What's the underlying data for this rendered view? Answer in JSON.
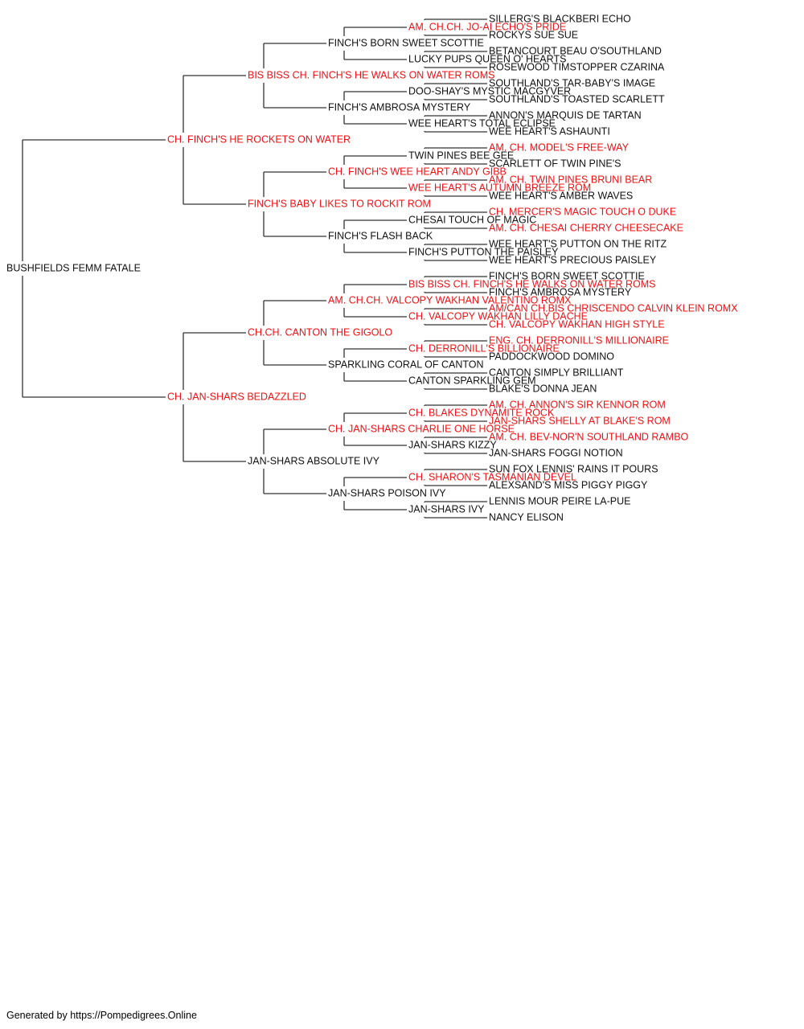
{
  "colors": {
    "titled": "#ee1111",
    "normal": "#111111",
    "line": "#333333"
  },
  "pedigree": {
    "subject": "BUSHFIELDS FEMM FATALE",
    "generations": [
      [
        {
          "name": "CH. FINCH'S HE ROCKETS ON WATER",
          "titled": true
        },
        {
          "name": "CH. JAN-SHARS BEDAZZLED",
          "titled": true
        }
      ],
      [
        {
          "name": "BIS BISS CH. FINCH'S HE WALKS ON WATER ROMS",
          "titled": true
        },
        {
          "name": "FINCH'S BABY LIKES TO ROCKIT ROM",
          "titled": true
        },
        {
          "name": "CH.CH. CANTON THE GIGOLO",
          "titled": true
        },
        {
          "name": "JAN-SHARS ABSOLUTE IVY",
          "titled": false
        }
      ],
      [
        {
          "name": "FINCH'S BORN SWEET SCOTTIE",
          "titled": false
        },
        {
          "name": "FINCH'S AMBROSA MYSTERY",
          "titled": false
        },
        {
          "name": "CH. FINCH'S WEE HEART ANDY GIBB",
          "titled": true
        },
        {
          "name": "FINCH'S FLASH BACK",
          "titled": false
        },
        {
          "name": "AM. CH.CH. VALCOPY WAKHAN VALENTINO ROMX",
          "titled": true
        },
        {
          "name": "SPARKLING CORAL OF CANTON",
          "titled": false
        },
        {
          "name": "CH. JAN-SHARS CHARLIE ONE HORSE",
          "titled": true
        },
        {
          "name": "JAN-SHARS POISON IVY",
          "titled": false
        }
      ],
      [
        {
          "name": "AM. CH.CH. JO-AI ECHO'S PRIDE",
          "titled": true
        },
        {
          "name": "LUCKY PUPS QUEEN O' HEARTS",
          "titled": false
        },
        {
          "name": "DOO-SHAY'S MYSTIC MACGYVER",
          "titled": false
        },
        {
          "name": "WEE HEART'S TOTAL ECLIPSE",
          "titled": false
        },
        {
          "name": "TWIN PINES BEE GEE",
          "titled": false
        },
        {
          "name": "WEE HEART'S AUTUMN BREEZE ROM",
          "titled": true
        },
        {
          "name": "CHESAI TOUCH OF MAGIC",
          "titled": false
        },
        {
          "name": "FINCH'S PUTTON THE PAISLEY",
          "titled": false
        },
        {
          "name": "BIS BISS CH. FINCH'S HE WALKS ON WATER ROMS",
          "titled": true
        },
        {
          "name": "CH. VALCOPY WAKHAN LILLY DACHE",
          "titled": true
        },
        {
          "name": "CH. DERRONILL'S BILLIONAIRE",
          "titled": true
        },
        {
          "name": "CANTON SPARKLING GEM",
          "titled": false
        },
        {
          "name": "CH. BLAKES DYNAMITE ROCK",
          "titled": true
        },
        {
          "name": "JAN-SHARS KIZZY",
          "titled": false
        },
        {
          "name": "CH. SHARON'S TASMANIAN DEVEL",
          "titled": true
        },
        {
          "name": "JAN-SHARS IVY",
          "titled": false
        }
      ],
      [
        {
          "name": "SILLERG'S BLACKBERI ECHO",
          "titled": false
        },
        {
          "name": "ROCKYS SUE SUE",
          "titled": false
        },
        {
          "name": "BETANCOURT BEAU O'SOUTHLAND",
          "titled": false
        },
        {
          "name": "ROSEWOOD TIMSTOPPER CZARINA",
          "titled": false
        },
        {
          "name": "SOUTHLAND'S TAR-BABY'S IMAGE",
          "titled": false
        },
        {
          "name": "SOUTHLAND'S TOASTED SCARLETT",
          "titled": false
        },
        {
          "name": "ANNON'S MARQUIS DE TARTAN",
          "titled": false
        },
        {
          "name": "WEE HEART'S ASHAUNTI",
          "titled": false
        },
        {
          "name": "AM. CH. MODEL'S FREE-WAY",
          "titled": true
        },
        {
          "name": "SCARLETT OF TWIN PINE'S",
          "titled": false
        },
        {
          "name": "AM. CH. TWIN PINES BRUNI BEAR",
          "titled": true
        },
        {
          "name": "WEE HEART'S AMBER WAVES",
          "titled": false
        },
        {
          "name": "CH. MERCER'S MAGIC TOUCH O DUKE",
          "titled": true
        },
        {
          "name": "AM. CH. CHESAI CHERRY CHEESECAKE",
          "titled": true
        },
        {
          "name": "WEE HEART'S PUTTON ON THE RITZ",
          "titled": false
        },
        {
          "name": "WEE HEART'S PRECIOUS PAISLEY",
          "titled": false
        },
        {
          "name": "FINCH'S BORN SWEET SCOTTIE",
          "titled": false
        },
        {
          "name": "FINCH'S AMBROSA MYSTERY",
          "titled": false
        },
        {
          "name": "AM/CAN CH.BIS CHRISCENDO CALVIN KLEIN ROMX",
          "titled": true
        },
        {
          "name": "CH. VALCOPY WAKHAN HIGH STYLE",
          "titled": true
        },
        {
          "name": "ENG. CH. DERRONILL'S MILLIONAIRE",
          "titled": true
        },
        {
          "name": "PADDOCKWOOD DOMINO",
          "titled": false
        },
        {
          "name": "CANTON SIMPLY BRILLIANT",
          "titled": false
        },
        {
          "name": "BLAKE'S DONNA JEAN",
          "titled": false
        },
        {
          "name": "AM. CH. ANNON'S SIR KENNOR ROM",
          "titled": true
        },
        {
          "name": "JAN-SHARS SHELLY AT BLAKE'S ROM",
          "titled": true
        },
        {
          "name": "AM. CH. BEV-NOR'N SOUTHLAND RAMBO",
          "titled": true
        },
        {
          "name": "JAN-SHARS FOGGI NOTION",
          "titled": false
        },
        {
          "name": "SUN FOX LENNIS' RAINS IT POURS",
          "titled": false
        },
        {
          "name": "ALEXSAND'S MISS PIGGY PIGGY",
          "titled": false
        },
        {
          "name": "LENNIS MOUR PEIRE LA-PUE",
          "titled": false
        },
        {
          "name": "NANCY ELISON",
          "titled": false
        }
      ]
    ]
  },
  "footer": "Generated by https://Pompedigrees.Online"
}
